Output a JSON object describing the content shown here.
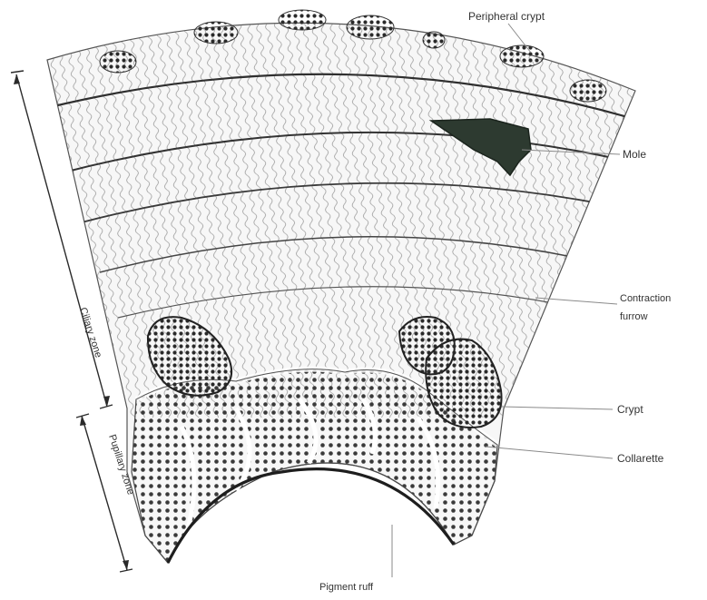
{
  "labels": {
    "peripheral_crypt": "Peripheral crypt",
    "mole": "Mole",
    "contraction_furrow_line1": "Contraction",
    "contraction_furrow_line2": "furrow",
    "crypt": "Crypt",
    "collarette": "Collarette",
    "pigment_ruff": "Pigment ruff",
    "ciliary_zone": "Ciliary zone",
    "pupillary_zone": "Pupillary zone"
  },
  "colors": {
    "ink": "#1e1e1e",
    "mole": "#2d3a30",
    "leader": "#8a8a8a",
    "paper": "#ffffff"
  }
}
